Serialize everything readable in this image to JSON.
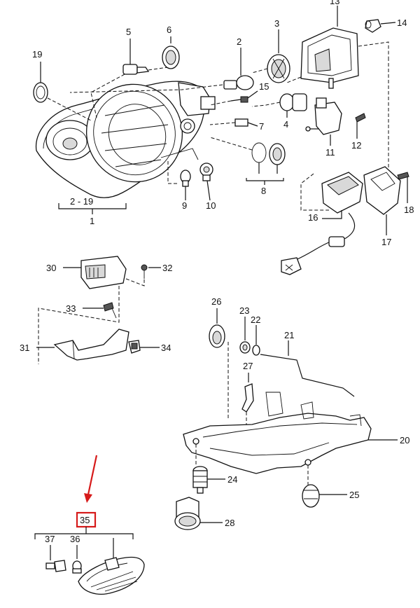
{
  "labels": {
    "p1": "1",
    "p2": "2",
    "p3": "3",
    "p4": "4",
    "p5": "5",
    "p6": "6",
    "p7": "7",
    "p8": "8",
    "p9": "9",
    "p10": "10",
    "p11": "11",
    "p12": "12",
    "p13": "13",
    "p14": "14",
    "p15": "15",
    "p16": "16",
    "p17": "17",
    "p18": "18",
    "p19": "19",
    "p2_19": "2 - 19",
    "p20": "20",
    "p21": "21",
    "p22": "22",
    "p23": "23",
    "p24": "24",
    "p25": "25",
    "p26": "26",
    "p27": "27",
    "p28": "28",
    "p30": "30",
    "p31": "31",
    "p32": "32",
    "p33": "33",
    "p34": "34",
    "p35": "35",
    "p36": "36",
    "p37": "37"
  },
  "highlight": {
    "part": "35",
    "color": "#d61a1a"
  }
}
